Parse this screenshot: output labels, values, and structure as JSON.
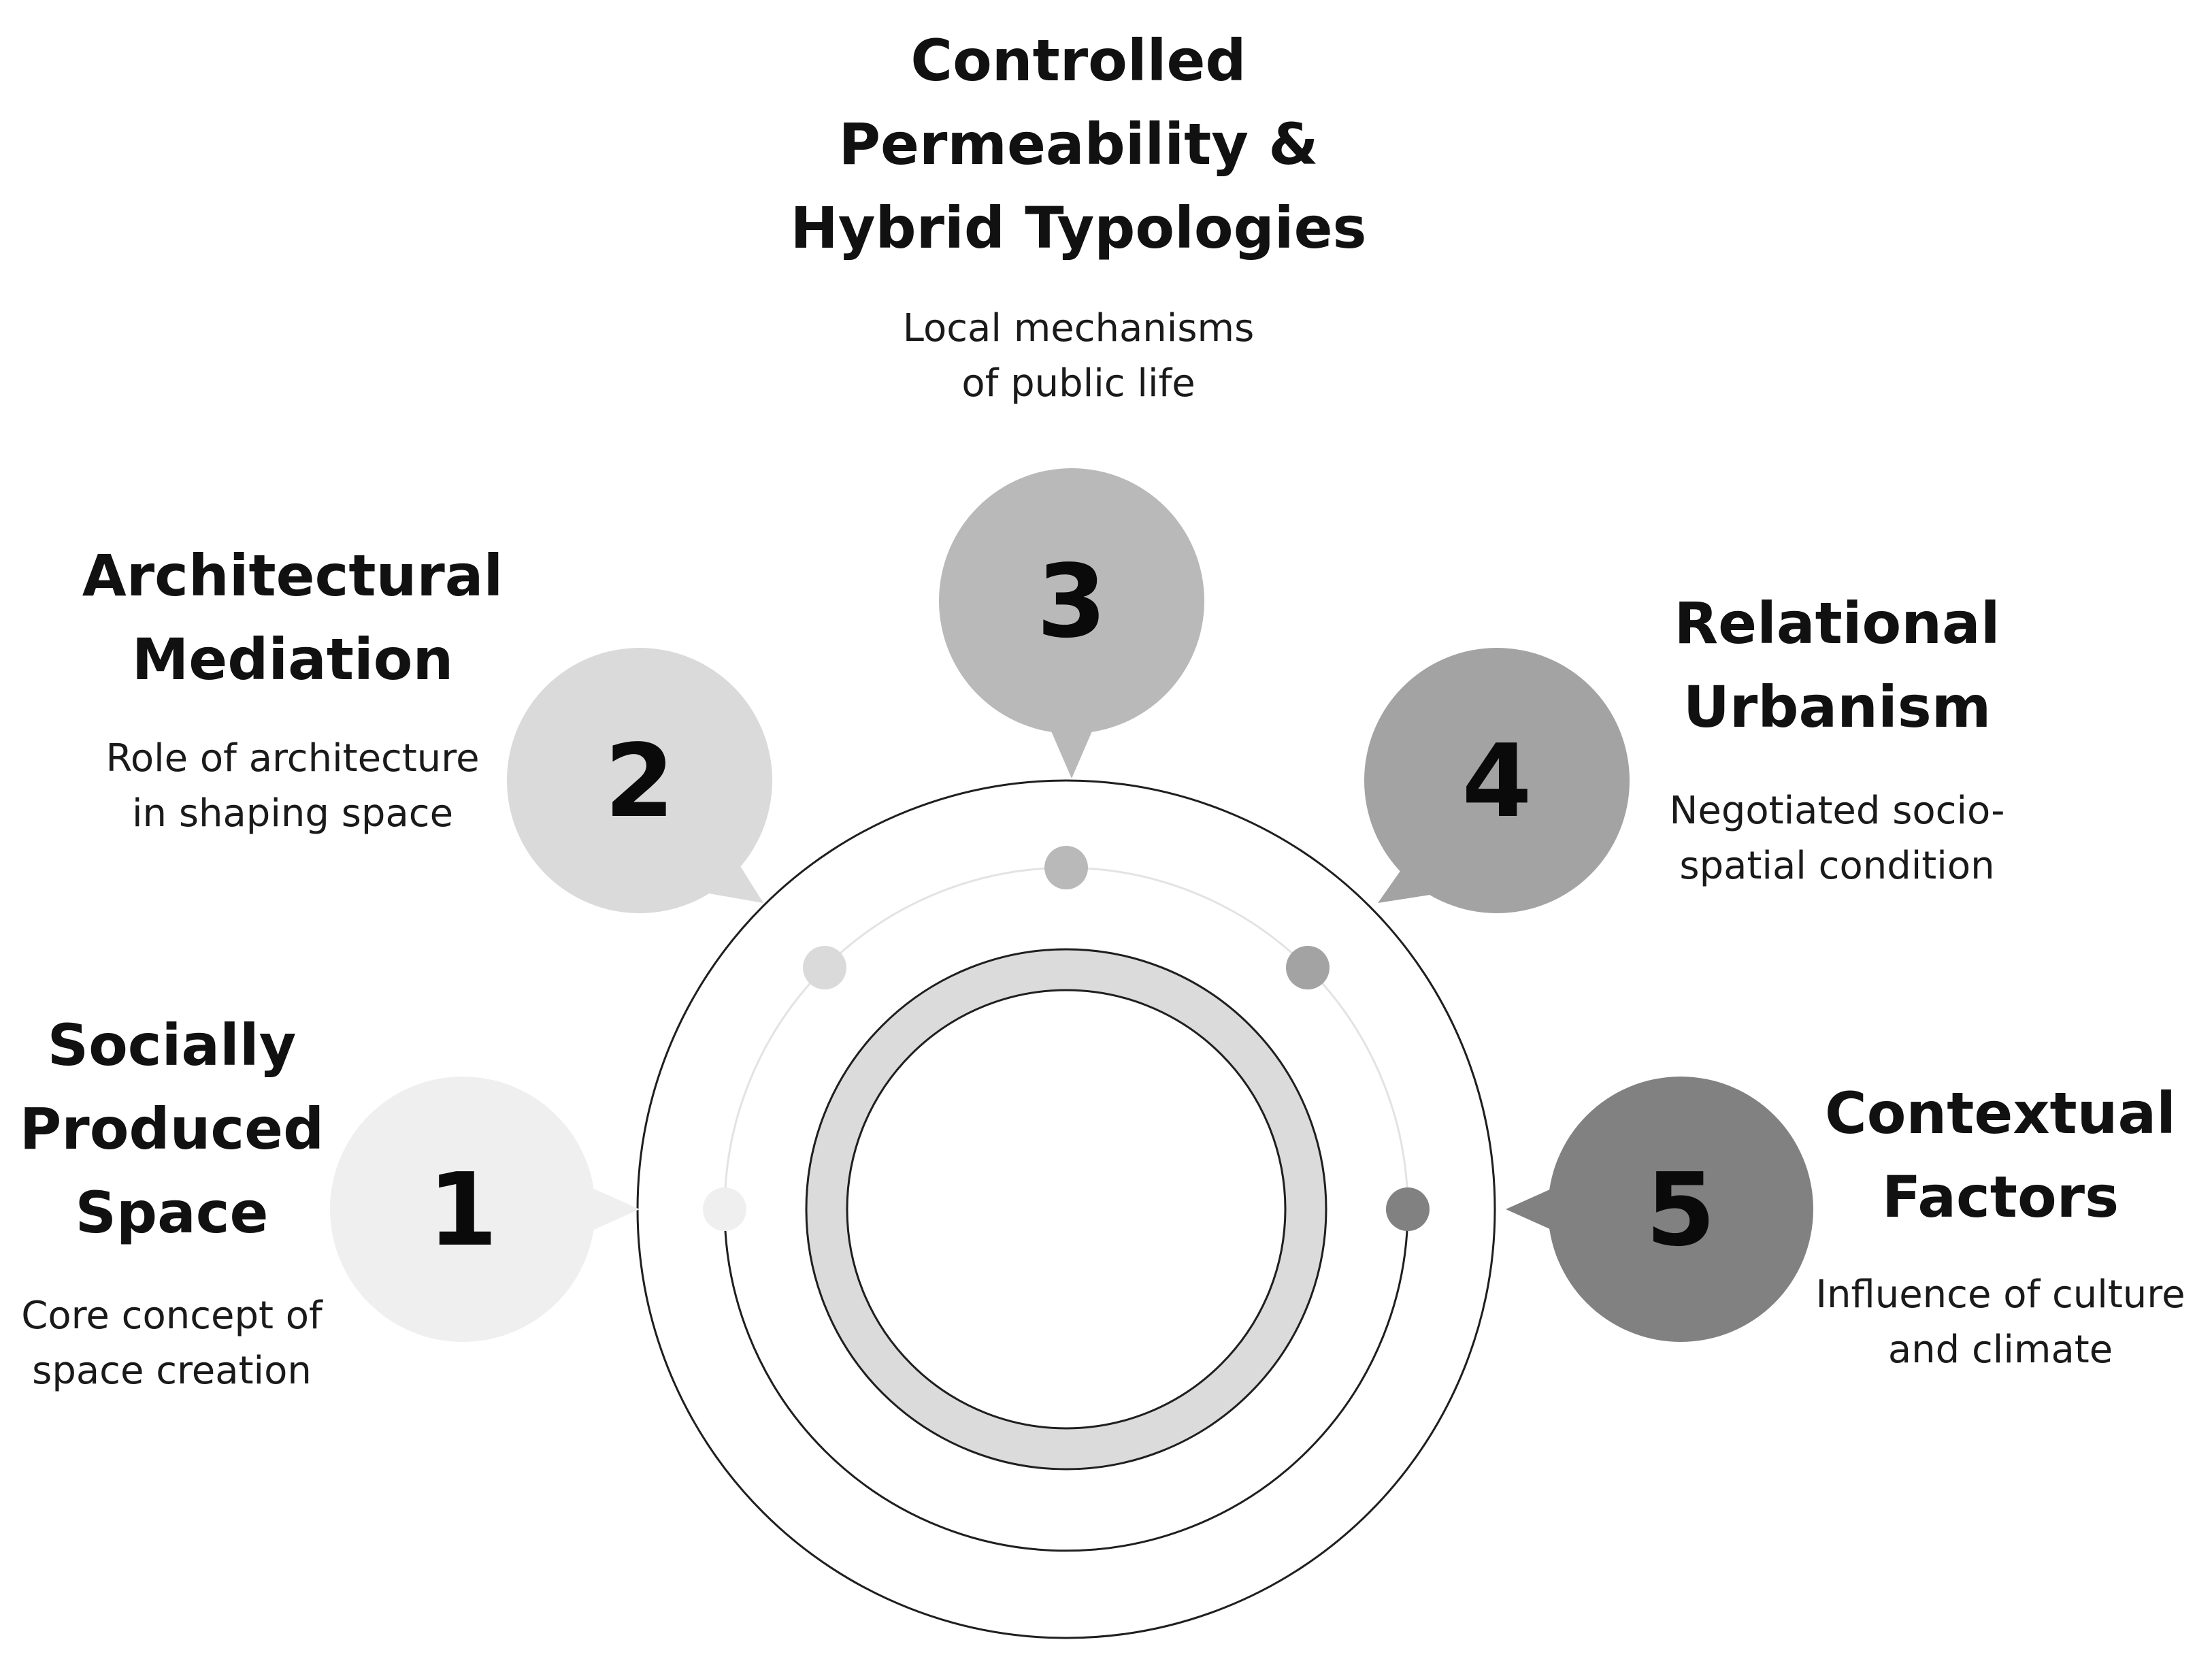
{
  "diagram": {
    "items": [
      {
        "number": "1",
        "title_lines": [
          "Socially",
          "Produced",
          "Space"
        ],
        "desc_lines": [
          "Core concept of",
          "space creation"
        ],
        "color": "#efefef"
      },
      {
        "number": "2",
        "title_lines": [
          "Architectural",
          "Mediation"
        ],
        "desc_lines": [
          "Role of architecture",
          "in shaping space"
        ],
        "color": "#dadada"
      },
      {
        "number": "3",
        "title_lines": [
          "Controlled",
          "Permeability &",
          "Hybrid Typologies"
        ],
        "desc_lines": [
          "Local mechanisms",
          "of public life"
        ],
        "color": "#b9b9b9"
      },
      {
        "number": "4",
        "title_lines": [
          "Relational",
          "Urbanism"
        ],
        "desc_lines": [
          "Negotiated socio-",
          "spatial condition"
        ],
        "color": "#a3a3a3"
      },
      {
        "number": "5",
        "title_lines": [
          "Contextual",
          "Factors"
        ],
        "desc_lines": [
          "Influence of culture",
          "and climate"
        ],
        "color": "#818181"
      }
    ],
    "colors": {
      "ring_stroke": "#1f1f1f",
      "arc_stroke": "#e3e3e3",
      "band_fill": "#dbdbdb",
      "background": "#ffffff"
    }
  }
}
